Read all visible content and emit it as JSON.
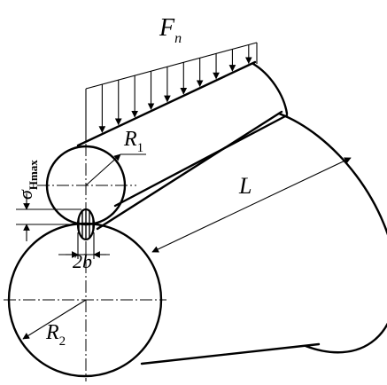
{
  "figure": {
    "load_label": "F",
    "load_subscript": "n",
    "radius1_label": "R",
    "radius1_subscript": "1",
    "radius2_label": "R",
    "radius2_subscript": "2",
    "length_label": "L",
    "width_label": "2b",
    "stress_label": "σ",
    "stress_subscript": "Hmax"
  },
  "colors": {
    "ink": "#000000",
    "background": "#ffffff"
  }
}
